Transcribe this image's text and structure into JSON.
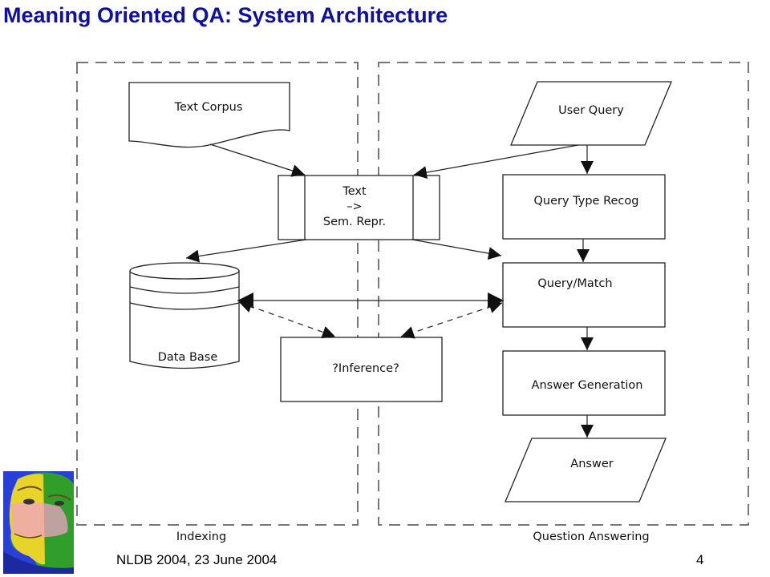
{
  "title": "Meaning Oriented QA: System Architecture",
  "regions": {
    "indexing": "Indexing",
    "question_answering": "Question Answering"
  },
  "nodes": {
    "text_corpus": "Text Corpus",
    "user_query": "User Query",
    "transform_line1": "Text",
    "transform_line2": "–>",
    "transform_line3": "Sem. Repr.",
    "query_type_recog": "Query Type Recog",
    "data_base": "Data Base",
    "query_match": "Query/Match",
    "inference": "?Inference?",
    "answer_generation": "Answer Generation",
    "answer": "Answer"
  },
  "footer": {
    "conference": "NLDB 2004, 23 June 2004",
    "page": "4"
  },
  "logo": {
    "icon": "colorful-head-illustration-icon",
    "colors": [
      "#2a3ed8",
      "#2f9e2a",
      "#e8d428",
      "#f0a2c8"
    ]
  }
}
